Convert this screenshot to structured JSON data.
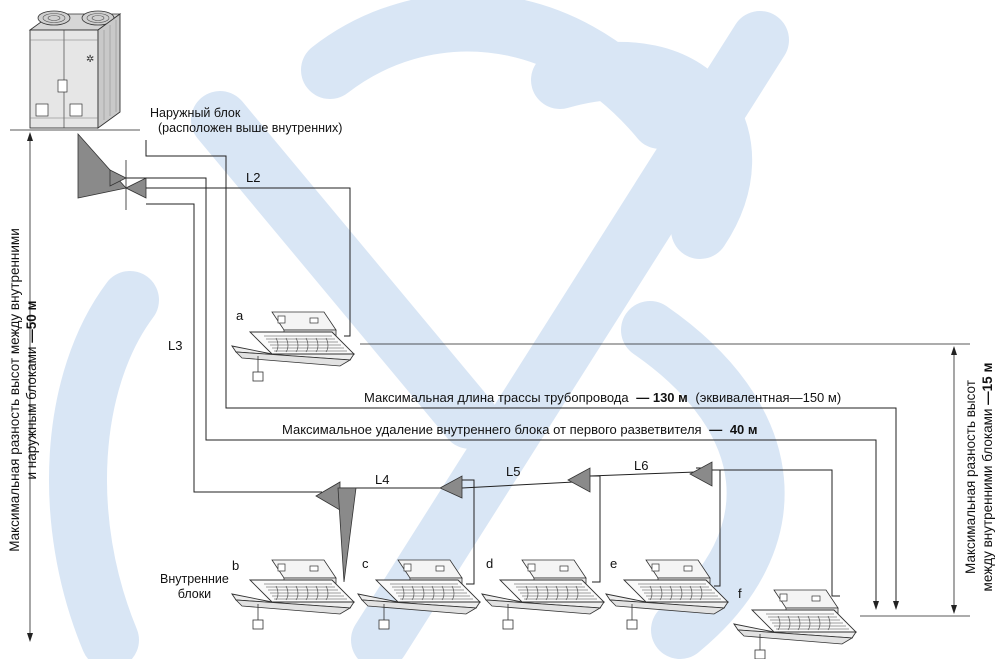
{
  "outdoor_label": {
    "line1": "Наружный блок",
    "line2": "(расположен выше внутренних)"
  },
  "indoor_label": {
    "line1": "Внутренние",
    "line2": "блоки"
  },
  "pipe_labels": [
    "L2",
    "L3",
    "L4",
    "L5",
    "L6"
  ],
  "unit_letters": [
    "a",
    "b",
    "c",
    "d",
    "e",
    "f"
  ],
  "max_pipe_length": {
    "text": "Максимальная длина трассы трубопровода",
    "dash": "—",
    "value": "130 м",
    "extra": "(эквивалентная—150 м)"
  },
  "max_branch_distance": {
    "text": "Максимальное удаление внутреннего блока от первого разветвителя",
    "dash": "—",
    "value": "40 м"
  },
  "left_vertical": {
    "line1": "Максимальная разность высот между внутренними",
    "line2": "и наружным блоками",
    "dash": "—",
    "value": "50 м"
  },
  "right_vertical": {
    "line1": "Максимальная разность высот",
    "line2": "между внутренними блоками",
    "dash": "—",
    "value": "15 м"
  },
  "colors": {
    "watermark": "#d9e6f5",
    "branch_fill": "#8a8a8a",
    "unit_body": "#f2f2f2",
    "outdoor_body": "#e6e6e6"
  }
}
